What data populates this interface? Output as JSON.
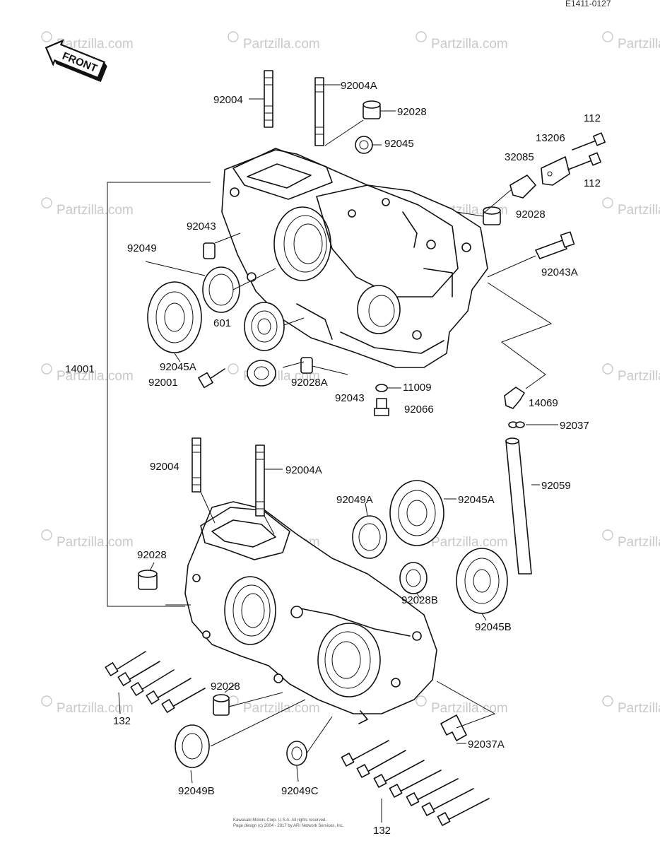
{
  "drawing_code": "E1411-0127",
  "front_label": "FRONT",
  "watermark": "Partzilla.com",
  "footer_lines": [
    "Kawasaki Motors Corp. U.S.A. All rights reserved.",
    "Page design (c) 2004 - 2017 by ARI Network Services, Inc."
  ],
  "callouts": {
    "c92004_upper": "92004",
    "c92004a_upper": "92004A",
    "c92028_upper": "92028",
    "c92045_upper": "92045",
    "c112_a": "112",
    "c13206": "13206",
    "c32085": "32085",
    "c112_b": "112",
    "c92028_right": "92028",
    "c92043_upper": "92043",
    "c92049": "92049",
    "c92043a": "92043A",
    "c601": "601",
    "c92045a_upper": "92045A",
    "c14001": "14001",
    "c92001": "92001",
    "c92028a": "92028A",
    "c11009": "11009",
    "c92043_lower": "92043",
    "c92066": "92066",
    "c14069": "14069",
    "c92037": "92037",
    "c92004_lower": "92004",
    "c92004a_lower": "92004A",
    "c92049a": "92049A",
    "c92045a_lower": "92045A",
    "c92059": "92059",
    "c92028_lower": "92028",
    "c92028b": "92028B",
    "c92045b": "92045B",
    "c92028_bolt": "92028",
    "c132_left": "132",
    "c92037a": "92037A",
    "c92049b": "92049B",
    "c92049c": "92049C",
    "c132_bottom": "132"
  }
}
